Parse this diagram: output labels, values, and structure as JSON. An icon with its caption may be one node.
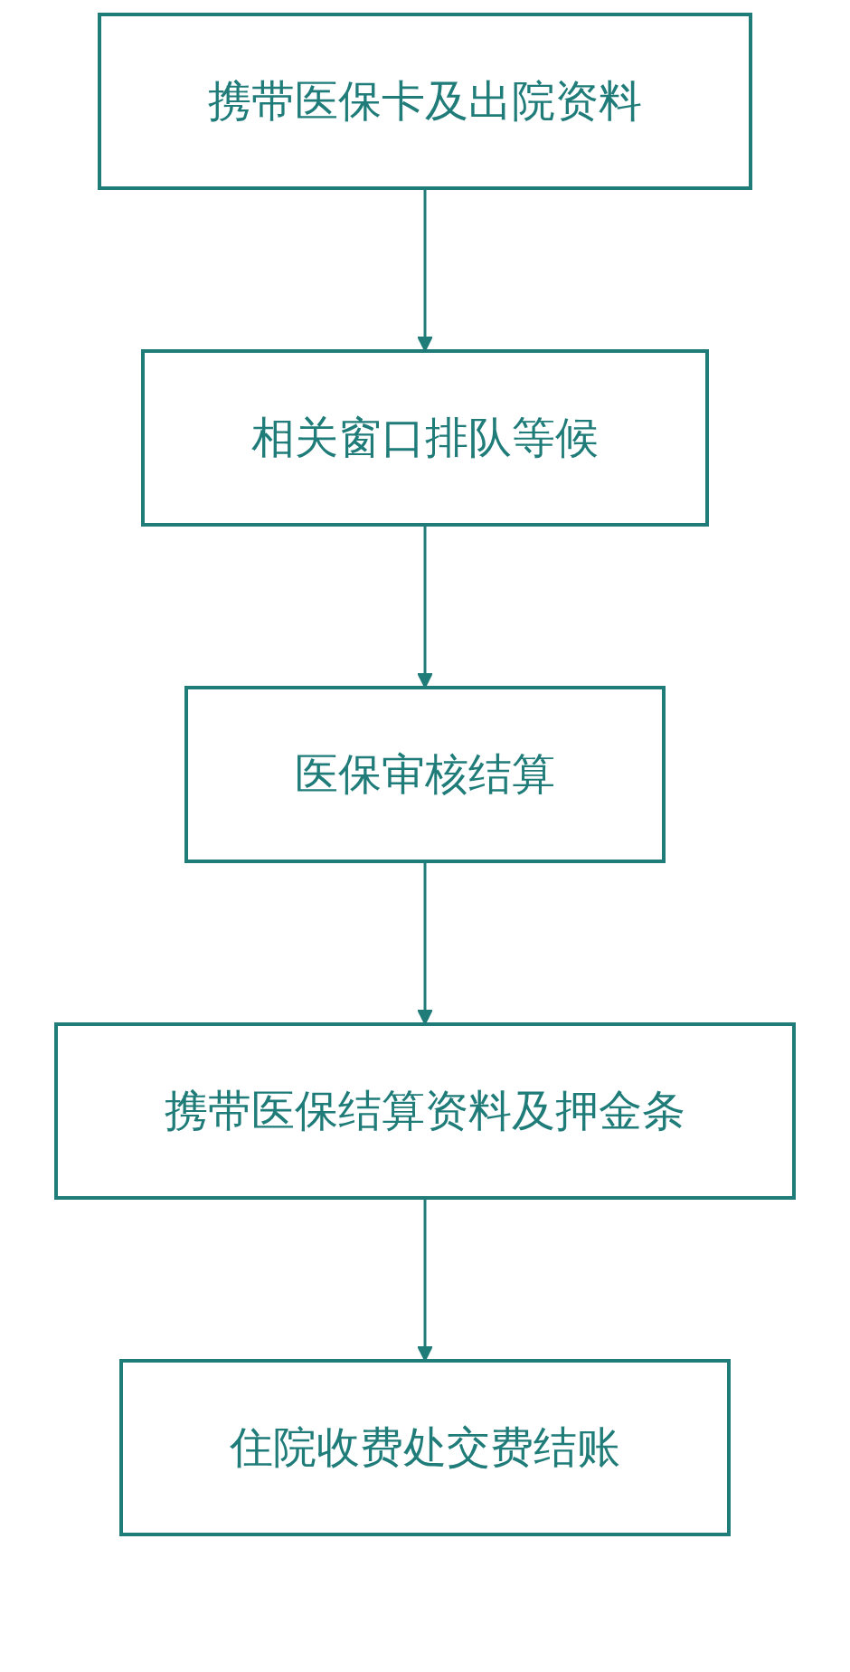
{
  "diagram": {
    "nodes": [
      {
        "text": [
          "携带医保卡及出院资料"
        ]
      },
      {
        "text": [
          "相关窗口排队等候"
        ]
      },
      {
        "text": [
          "医保审核结算"
        ]
      },
      {
        "text": [
          "携带医保结算资料及押金条"
        ]
      },
      {
        "text": [
          "住院收费处交费结账"
        ]
      }
    ],
    "edges": [
      {
        "from": 0,
        "to": 1,
        "arrow": "to"
      },
      {
        "from": 1,
        "to": 2,
        "arrow": "to"
      },
      {
        "from": 2,
        "to": 3,
        "arrow": "to"
      },
      {
        "from": 3,
        "to": 4,
        "arrow": "to"
      }
    ]
  }
}
